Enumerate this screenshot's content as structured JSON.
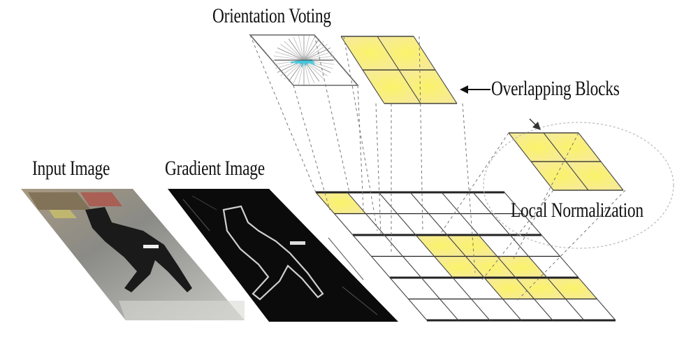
{
  "labels": {
    "orientation_voting": "Orientation Voting",
    "overlapping_blocks": "Overlapping Blocks",
    "input_image": "Input Image",
    "gradient_image": "Gradient Image",
    "local_normalization": "Local Normalization"
  },
  "colors": {
    "cell_highlight": "#f7ec6e",
    "vote_lines": "#3cc8dd",
    "grid_line": "#111111",
    "dashed_connector": "#666666"
  }
}
